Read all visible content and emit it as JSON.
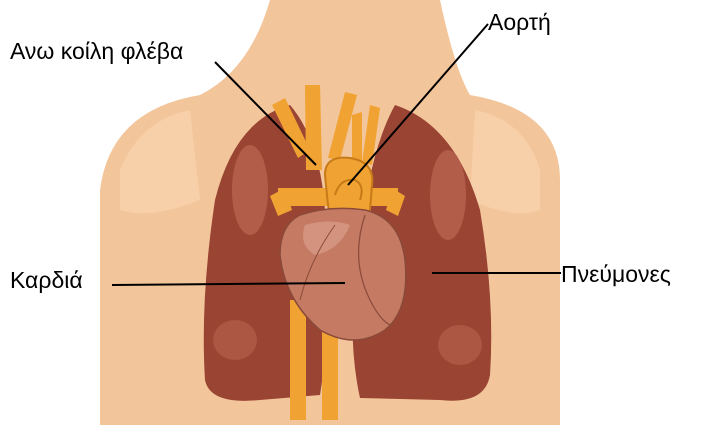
{
  "labels": {
    "superior_vena_cava": "Ανω κοίλη φλέβα",
    "aorta": "Αορτή",
    "heart": "Καρδιά",
    "lungs": "Πνεύμονες"
  },
  "colors": {
    "skin": "#f3c59a",
    "skin_shade": "#e9ad7c",
    "lung": "#9a4434",
    "lung_light": "#b86450",
    "vessel": "#f0a232",
    "vessel_dark": "#c77a18",
    "heart": "#c47a63",
    "heart_light": "#d89a84",
    "leader_line": "#000000"
  }
}
